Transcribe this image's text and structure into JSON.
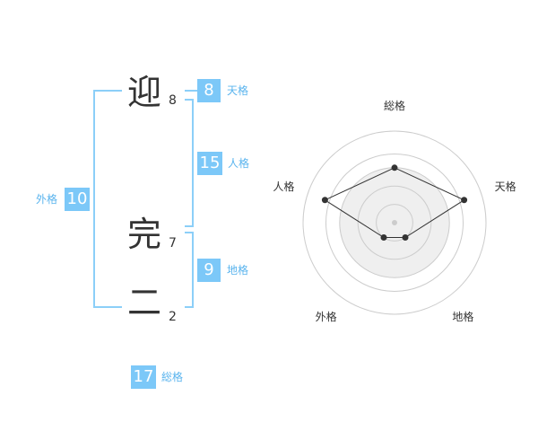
{
  "name": {
    "chars": [
      {
        "kanji": "迎",
        "strokes": "8"
      },
      {
        "kanji": "完",
        "strokes": "7"
      },
      {
        "kanji": "二",
        "strokes": "2"
      }
    ]
  },
  "kaku": {
    "tenkaku": {
      "value": "8",
      "label": "天格"
    },
    "jinkaku": {
      "value": "15",
      "label": "人格"
    },
    "chikaku": {
      "value": "9",
      "label": "地格"
    },
    "gaikaku": {
      "value": "10",
      "label": "外格"
    },
    "soukaku": {
      "value": "17",
      "label": "総格"
    }
  },
  "colors": {
    "accent": "#7cc8f8",
    "bracket": "#8ccff8",
    "label": "#5ab4ee"
  },
  "chart_data": {
    "type": "radar",
    "axes": [
      "総格",
      "天格",
      "地格",
      "外格",
      "人格"
    ],
    "values": [
      0.6,
      0.8,
      0.2,
      0.2,
      0.8
    ],
    "rings": 4,
    "range": [
      0,
      1
    ]
  }
}
